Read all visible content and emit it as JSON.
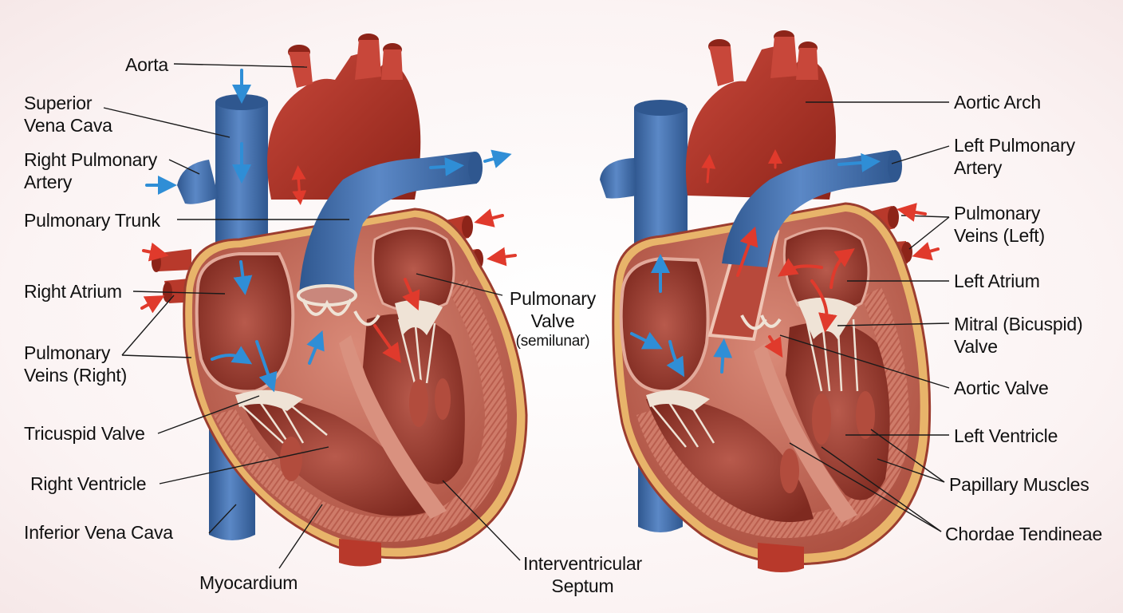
{
  "colors": {
    "vein": "#4a76b4",
    "vein_dark": "#2f578f",
    "artery": "#b8392b",
    "artery_dark": "#8d2419",
    "muscle": "#c76a5a",
    "muscle_dark": "#9c3d2f",
    "chamber": "#a8493d",
    "chordae": "#efe3d6",
    "fat": "#e0b25a",
    "arrow_blue": "#2f8ed6",
    "arrow_red": "#e03a2c",
    "leader": "#1a1a1a"
  },
  "left_labels": {
    "aorta": [
      "Aorta"
    ],
    "svc": [
      "Superior",
      "Vena Cava"
    ],
    "rpa": [
      "Right Pulmonary",
      "Artery"
    ],
    "trunk": [
      "Pulmonary Trunk"
    ],
    "ra": [
      "Right Atrium"
    ],
    "pv_right": [
      "Pulmonary",
      "Veins (Right)"
    ],
    "tricuspid": [
      "Tricuspid Valve"
    ],
    "rv": [
      "Right Ventricle"
    ],
    "ivc": [
      "Inferior Vena Cava"
    ],
    "myocardium": [
      "Myocardium"
    ],
    "septum": [
      "Interventricular",
      "Septum"
    ],
    "pulm_valve": [
      "Pulmonary",
      "Valve"
    ],
    "pulm_valve_note": "(semilunar)"
  },
  "right_labels": {
    "arch": [
      "Aortic Arch"
    ],
    "lpa": [
      "Left Pulmonary",
      "Artery"
    ],
    "pv_left": [
      "Pulmonary",
      "Veins (Left)"
    ],
    "la": [
      "Left Atrium"
    ],
    "mitral": [
      "Mitral (Bicuspid)",
      "Valve"
    ],
    "aortic_valve": [
      "Aortic Valve"
    ],
    "lv": [
      "Left Ventricle"
    ],
    "papillary": [
      "Papillary Muscles"
    ],
    "chordae": [
      "Chordae Tendineae"
    ]
  }
}
